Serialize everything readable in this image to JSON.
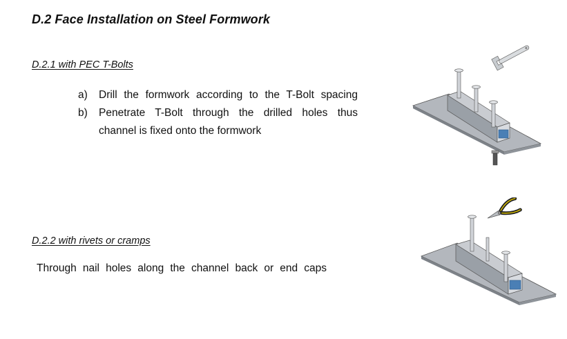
{
  "section": {
    "title": "D.2 Face Installation on Steel Formwork"
  },
  "subsection_1": {
    "title": "D.2.1 with PEC T-Bolts",
    "items": [
      {
        "marker": "a)",
        "text": "Drill the formwork according to the T-Bolt spacing"
      },
      {
        "marker": "b)",
        "text": "Penetrate T-Bolt through the drilled holes thus",
        "continuation": "channel is fixed onto the formwork"
      }
    ]
  },
  "subsection_2": {
    "title": "D.2.2 with rivets or cramps",
    "text": "Through nail holes along the channel back or end caps"
  },
  "illustrations": {
    "tbolt": {
      "tool_icon": "wrench-icon",
      "plate_color": "#a9adb4",
      "channel_accent": "#4a7fb5"
    },
    "rivet": {
      "tool_icon": "pliers-icon",
      "plate_color": "#a9adb4",
      "channel_accent": "#4a7fb5"
    }
  }
}
